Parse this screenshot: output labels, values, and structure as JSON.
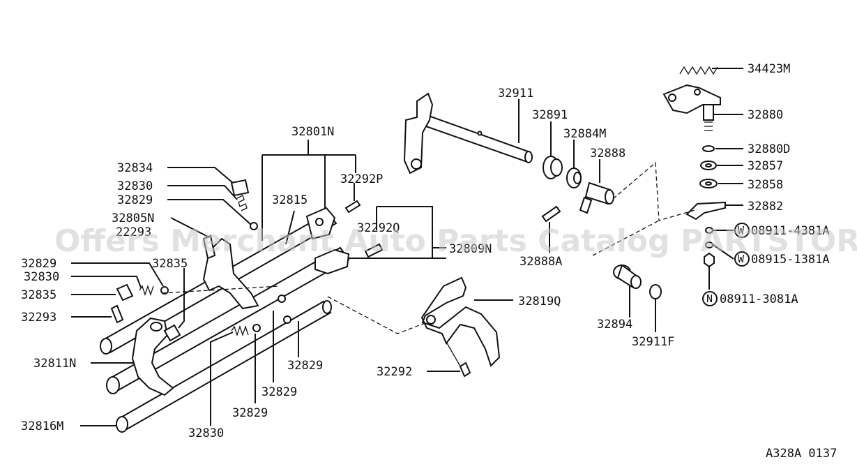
{
  "watermark": "Offers Merchant Auto Parts Catalog PARTSTORE.SA",
  "diagram_code": "A328A 0137",
  "labels": {
    "l34423M": "34423M",
    "l32880": "32880",
    "l32880D": "32880D",
    "l32857": "32857",
    "l32858": "32858",
    "l32882": "32882",
    "l08911_4381A": "08911-4381A",
    "l08915_1381A": "08915-1381A",
    "l08911_3081A": "08911-3081A",
    "l32911": "32911",
    "l32891": "32891",
    "l32884M": "32884M",
    "l32888": "32888",
    "l32888A": "32888A",
    "l32894": "32894",
    "l32911F": "32911F",
    "l32819Q": "32819Q",
    "l32292": "32292",
    "l32801N": "32801N",
    "l32292P": "32292P",
    "l32834": "32834",
    "l32830_a": "32830",
    "l32829_a": "32829",
    "l32815": "32815",
    "l32805N": "32805N",
    "l22293": "22293",
    "l32292Q": "32292Q",
    "l32809N": "32809N",
    "l32829_b": "32829",
    "l32835_a": "32835",
    "l32830_b": "32830",
    "l32835_b": "32835",
    "l32293": "32293",
    "l32811N": "32811N",
    "l32829_c": "32829",
    "l32829_d": "32829",
    "l32829_e": "32829",
    "l32816M": "32816M",
    "l32830_c": "32830"
  },
  "circle_prefixes": {
    "w1": "W",
    "w2": "W",
    "n1": "N"
  }
}
